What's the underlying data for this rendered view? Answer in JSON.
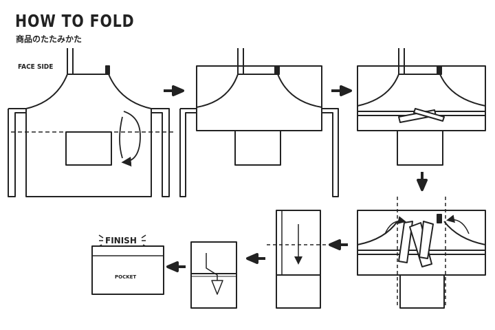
{
  "header": {
    "title": "HOW TO FOLD",
    "subtitle": "商品のたたみかた"
  },
  "labels": {
    "face_side": "FACE SIDE",
    "finish": "FINISH",
    "pocket": "POCKET"
  },
  "steps": [
    {
      "name": "step-1-apron-face-side",
      "arrow_to_next": "right"
    },
    {
      "name": "step-2-fold-top-down",
      "arrow_to_next": "right"
    },
    {
      "name": "step-3-tuck-straps",
      "arrow_to_next": "down"
    },
    {
      "name": "step-4-fold-sides-in",
      "arrow_to_next": "left"
    },
    {
      "name": "step-5-fold-in-half",
      "arrow_to_next": "left"
    },
    {
      "name": "step-6-fold-down",
      "arrow_to_next": "left"
    },
    {
      "name": "step-7-finish"
    }
  ],
  "colors": {
    "line": "#222222",
    "background": "#ffffff"
  }
}
